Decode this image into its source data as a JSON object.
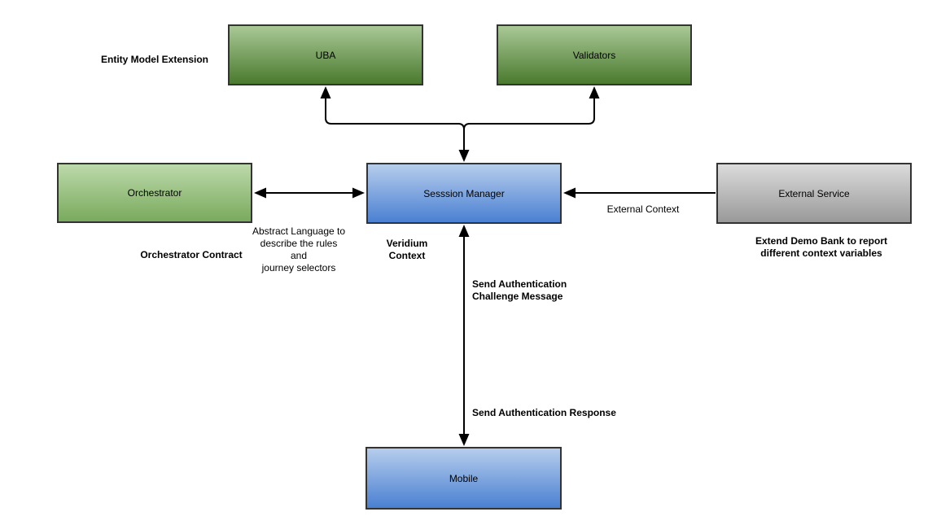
{
  "diagram": {
    "background": "#ffffff",
    "line_color": "#000000",
    "border_color": "#333333",
    "text_color": "#000000",
    "nodes": {
      "uba": {
        "label": "UBA",
        "fill_top": "#a9c896",
        "fill_bottom": "#4a7a2e"
      },
      "validators": {
        "label": "Validators",
        "fill_top": "#a9c896",
        "fill_bottom": "#4a7a2e"
      },
      "orchestrator": {
        "label": "Orchestrator",
        "fill_top": "#bcd9aa",
        "fill_bottom": "#79aa5d"
      },
      "session_manager": {
        "label": "Sesssion Manager",
        "fill_top": "#b6cdec",
        "fill_bottom": "#4a80d2"
      },
      "external_service": {
        "label": "External Service",
        "fill_top": "#dbdbdb",
        "fill_bottom": "#999999"
      },
      "mobile": {
        "label": "Mobile",
        "fill_top": "#b6cdec",
        "fill_bottom": "#4a80d2"
      }
    },
    "annotations": {
      "entity_model_extension": "Entity Model Extension",
      "orchestrator_contract": "Orchestrator Contract",
      "abstract_language": "Abstract Language to\ndescribe the rules and\njourney selectors",
      "veridium_context": "Veridium\nContext",
      "external_context": "External Context",
      "extend_demo_bank": "Extend Demo Bank to report\ndifferent context variables",
      "send_auth_challenge": "Send Authentication\nChallenge Message",
      "send_auth_response": "Send Authentication Response"
    }
  }
}
